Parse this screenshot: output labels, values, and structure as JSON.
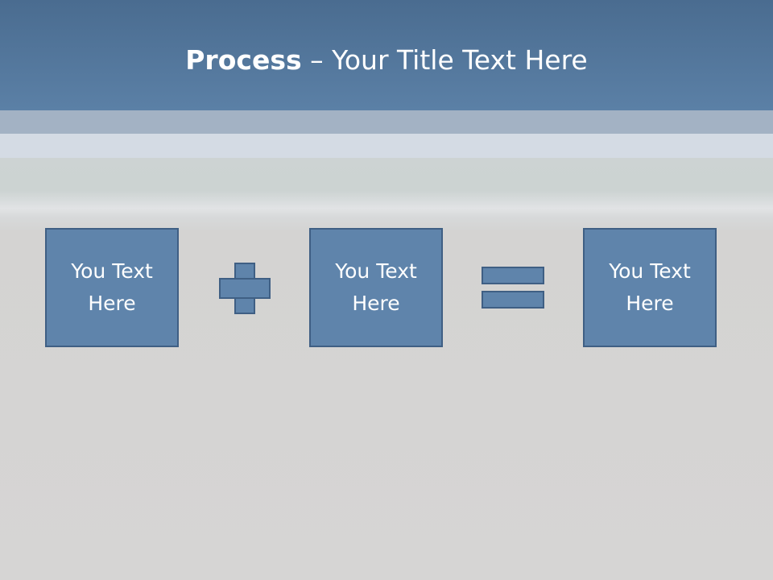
{
  "slide": {
    "title_strong": "Process",
    "title_rest": " – Your Title Text Here"
  },
  "process_flow": {
    "boxes": [
      {
        "text": "You Text Here"
      },
      {
        "text": "You Text Here"
      },
      {
        "text": "You Text Here"
      }
    ],
    "operators": [
      "plus-icon",
      "equals-icon"
    ]
  },
  "colors": {
    "title_band": "#5b80a6",
    "process_box_fill": "#5f84ab",
    "process_box_border": "#3f5f84",
    "title_text": "#ffffff",
    "box_text": "#ffffff"
  }
}
